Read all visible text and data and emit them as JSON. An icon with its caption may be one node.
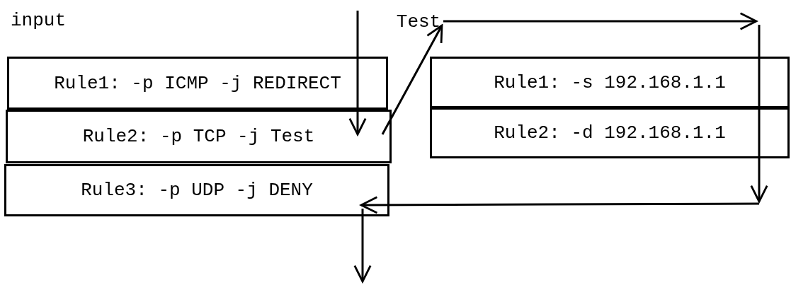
{
  "diagram": {
    "nodes": [
      {
        "text": [
          "Rule1: -p ICMP -j REDIRECT"
        ]
      },
      {
        "text": [
          "Rule2: -p TCP -j Test"
        ]
      },
      {
        "text": [
          "Rule3: -p UDP -j DENY"
        ]
      },
      {
        "text": [
          "Rule1: -s 192.168.1.1"
        ]
      },
      {
        "text": [
          "Rule2: -d 192.168.1.1"
        ]
      },
      {
        "text": [
          "Test"
        ]
      }
    ],
    "edges": [
      {
        "from": null,
        "to": 1,
        "arrow": "to"
      },
      {
        "from": 1,
        "to": 5,
        "arrow": "to"
      },
      {
        "from": 5,
        "to": null,
        "arrow": "to"
      },
      {
        "from": null,
        "to": 2,
        "arrow": "to"
      },
      {
        "from": 2,
        "to": null,
        "arrow": "to"
      }
    ],
    "labels": [
      "input"
    ]
  }
}
